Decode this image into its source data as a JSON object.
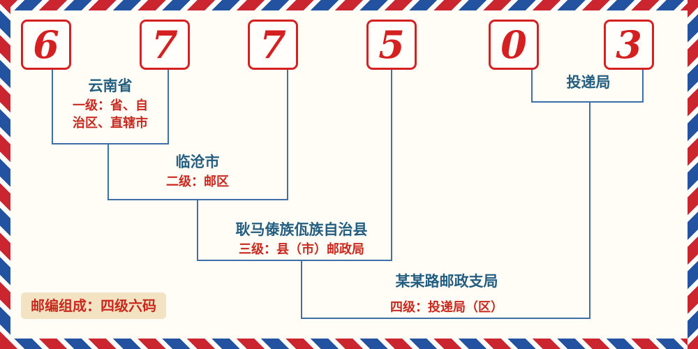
{
  "postal_code": "677503",
  "digits": [
    "6",
    "7",
    "7",
    "5",
    "0",
    "3"
  ],
  "labels": {
    "level1": {
      "name": "云南省",
      "desc1": "一级：省、自",
      "desc2": "治区、直辖市"
    },
    "level2": {
      "name": "临沧市",
      "desc": "二级：邮区"
    },
    "level3": {
      "name": "耿马傣族佤族自治县",
      "desc": "三级：县（市）邮政局"
    },
    "level4": {
      "name": "某某路邮政支局",
      "desc": "四级：投递局（区）"
    },
    "delivery": {
      "name": "投递局"
    }
  },
  "footer": {
    "composition": "邮编组成：四级六码"
  },
  "colors": {
    "digit_red": "#d42020",
    "line_blue": "#3f6fa7",
    "place_name_blue": "#235e80",
    "desc_red": "#c9281e",
    "footer_beige": "#f3e3c3",
    "border_red": "#cb2630",
    "border_blue": "#2352a0",
    "background": "#fffdf6"
  }
}
